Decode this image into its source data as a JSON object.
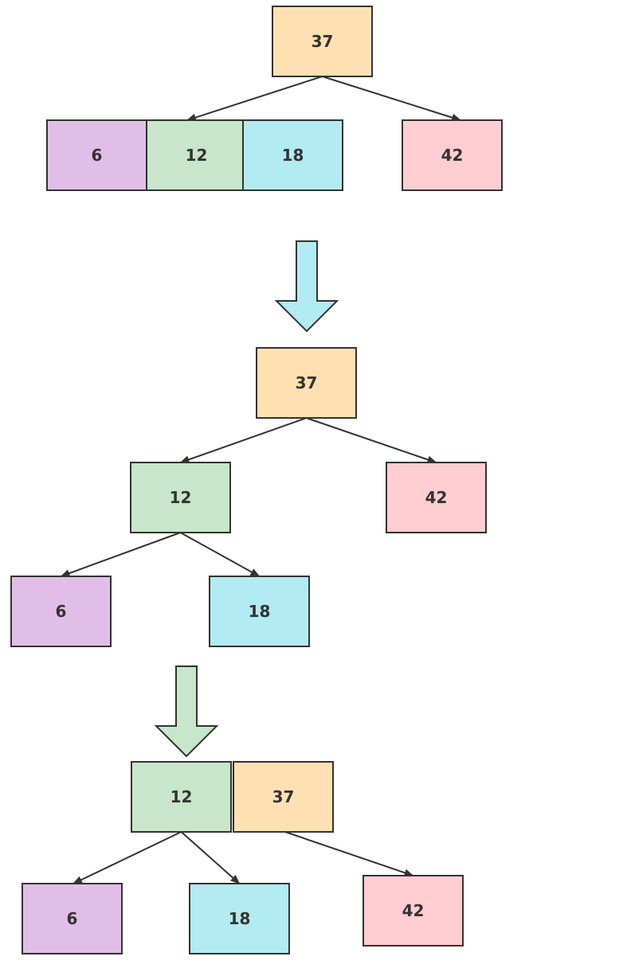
{
  "colors": {
    "orange": "#FFE0B2",
    "purple": "#E1BEE7",
    "green": "#C8E6C9",
    "cyan": "#B2EBF2",
    "pink": "#FFCDD2",
    "stroke": "#333333"
  },
  "stages": [
    {
      "nodes": [
        {
          "id": "s1-37",
          "label": "37",
          "color": "orange"
        },
        {
          "id": "s1-6",
          "label": "6",
          "color": "purple"
        },
        {
          "id": "s1-12",
          "label": "12",
          "color": "green"
        },
        {
          "id": "s1-18",
          "label": "18",
          "color": "cyan"
        },
        {
          "id": "s1-42",
          "label": "42",
          "color": "pink"
        }
      ],
      "edges": [
        {
          "from": "s1-37",
          "to": "s1-12"
        },
        {
          "from": "s1-37",
          "to": "s1-42"
        }
      ]
    },
    {
      "nodes": [
        {
          "id": "s2-37",
          "label": "37",
          "color": "orange"
        },
        {
          "id": "s2-12",
          "label": "12",
          "color": "green"
        },
        {
          "id": "s2-42",
          "label": "42",
          "color": "pink"
        },
        {
          "id": "s2-6",
          "label": "6",
          "color": "purple"
        },
        {
          "id": "s2-18",
          "label": "18",
          "color": "cyan"
        }
      ],
      "edges": [
        {
          "from": "s2-37",
          "to": "s2-12"
        },
        {
          "from": "s2-37",
          "to": "s2-42"
        },
        {
          "from": "s2-12",
          "to": "s2-6"
        },
        {
          "from": "s2-12",
          "to": "s2-18"
        }
      ]
    },
    {
      "nodes": [
        {
          "id": "s3-12",
          "label": "12",
          "color": "green"
        },
        {
          "id": "s3-37",
          "label": "37",
          "color": "orange"
        },
        {
          "id": "s3-6",
          "label": "6",
          "color": "purple"
        },
        {
          "id": "s3-18",
          "label": "18",
          "color": "cyan"
        },
        {
          "id": "s3-42",
          "label": "42",
          "color": "pink"
        }
      ],
      "edges": [
        {
          "from": "s3-12",
          "to": "s3-6"
        },
        {
          "from": "s3-12",
          "to": "s3-18"
        },
        {
          "from": "s3-37",
          "to": "s3-42"
        }
      ]
    }
  ],
  "transitions": [
    {
      "color": "cyan"
    },
    {
      "color": "green"
    }
  ]
}
